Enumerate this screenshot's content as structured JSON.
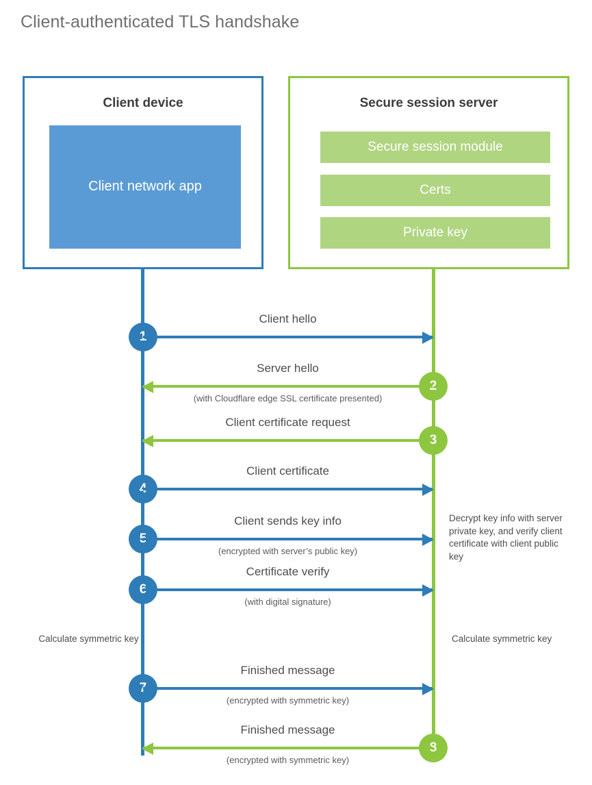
{
  "title": "Client-authenticated TLS handshake",
  "colors": {
    "client_blue": "#2e7cb8",
    "client_app_blue": "#5b9bd5",
    "server_green": "#8dc63f",
    "server_bar_green": "#b0d581",
    "title_gray": "#6f6f6f",
    "text_gray": "#4d4d4d"
  },
  "client": {
    "title": "Client device",
    "app_label": "Client network app"
  },
  "server": {
    "title": "Secure session server",
    "components": [
      "Secure session module",
      "Certs",
      "Private key"
    ]
  },
  "notes": {
    "server_decrypt": "Decrypt key info with server private key, and verify client certificate with client public key",
    "client_calculate": "Calculate symmetric key",
    "server_calculate": "Calculate symmetric key"
  },
  "steps": [
    {
      "number": "1",
      "label": "Client hello",
      "sublabel": "",
      "direction": "client-to-server",
      "color": "blue"
    },
    {
      "number": "2",
      "label": "Server hello",
      "sublabel": "(with Cloudflare edge SSL certificate presented)",
      "direction": "server-to-client",
      "color": "green"
    },
    {
      "number": "3",
      "label": "Client certificate request",
      "sublabel": "",
      "direction": "server-to-client",
      "color": "green"
    },
    {
      "number": "4",
      "label": "Client certificate",
      "sublabel": "",
      "direction": "client-to-server",
      "color": "blue"
    },
    {
      "number": "5",
      "label": "Client sends key info",
      "sublabel": "(encrypted with server’s public key)",
      "direction": "client-to-server",
      "color": "blue"
    },
    {
      "number": "6",
      "label": "Certificate verify",
      "sublabel": "(with digital signature)",
      "direction": "client-to-server",
      "color": "blue"
    },
    {
      "number": "7",
      "label": "Finished message",
      "sublabel": "(encrypted with symmetric key)",
      "direction": "client-to-server",
      "color": "blue"
    },
    {
      "number": "8",
      "label": "Finished message",
      "sublabel": "(encrypted with symmetric key)",
      "direction": "server-to-client",
      "color": "green"
    }
  ]
}
